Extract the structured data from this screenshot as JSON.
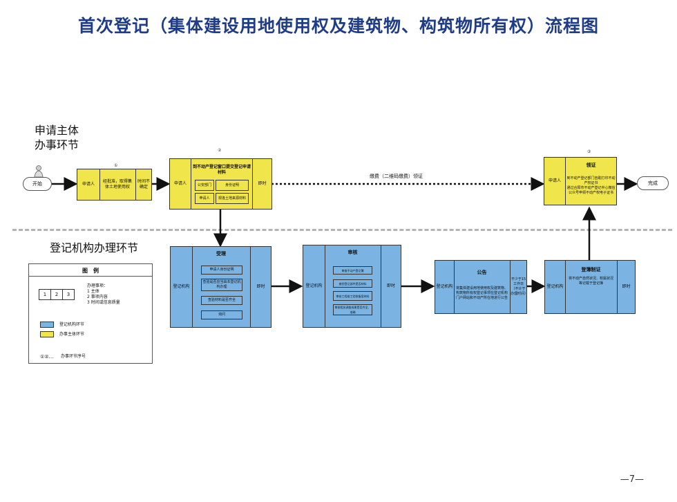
{
  "title": "首次登记（集体建设用地使用权及建筑物、构筑物所有权）流程图",
  "lanes": {
    "applicant": "申请主体\n办事环节",
    "registry": "登记机构办理环节"
  },
  "start_label": "开始",
  "end_label": "完成",
  "dotted_label": "缴费（二维码缴费）领证",
  "step1": {
    "number": "①",
    "subject": "申请人",
    "content": "经批准，取得集体土地使用权",
    "time": "时间不确定"
  },
  "step2": {
    "number": "②",
    "subject": "申请人",
    "content": "到不动产登记窗口提交登记申请材料",
    "items": [
      "公安部门",
      "身份证明",
      "申请人",
      "现逢土地来源材料"
    ],
    "time": "即时"
  },
  "step3": {
    "number": "③",
    "subject": "申请人",
    "heading": "领证",
    "content": "到不动产登记部门自助打印不动产权证书\n通过合阳市不动产登记中心微信公众号申领不动产权电子证书"
  },
  "accept": {
    "heading": "受理",
    "subject": "登记机构",
    "items": [
      "申请人身份证明",
      "查验是否应当由本登记机构办理",
      "查验材料是否齐全",
      "询问"
    ],
    "time": "即时"
  },
  "review": {
    "heading": "审核",
    "subject": "登记机构",
    "items": [
      "审查不动产登记簿",
      "查验登记部件是否材料",
      "审核工程竣工验收备案材料",
      "审核相关调查成果是否齐全、准确"
    ],
    "time": "即时"
  },
  "notice": {
    "heading": "公告",
    "subject": "登记机构",
    "content": "将集体建设用地使用权及建筑物、构筑物所有权登记事项在登记机构门户网站和不动产所在地进行公告",
    "time": "不少于15工作日（不计于办理时间）"
  },
  "record": {
    "heading": "登簿制证",
    "subject": "登记机构",
    "content": "将不动产自然状况、权属状况等记载于登记簿",
    "time": "即时"
  },
  "legend": {
    "title": "图　例",
    "cells": [
      "1",
      "2",
      "3"
    ],
    "cell_desc": [
      "办理事项：",
      "1  主体",
      "2  事项内容",
      "3  时间或信息质量"
    ],
    "blue_label": "登记机构环节",
    "yellow_label": "办事主体环节",
    "seq_symbol": "①②…",
    "seq_label": "办事环节序号"
  },
  "colors": {
    "yellow": "#f0e54a",
    "blue": "#7bb4e2",
    "title": "#1f3c88"
  },
  "page_number": "—7—"
}
